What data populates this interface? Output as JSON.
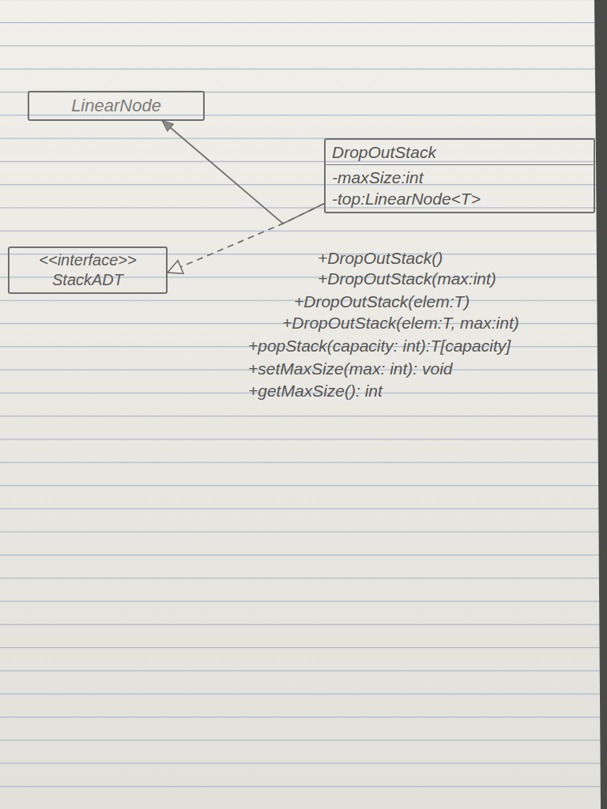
{
  "diagram": {
    "nodes": [
      {
        "text": [
          "LinearNode"
        ]
      },
      {
        "text": [
          "DropOutStack",
          "-maxSize:int",
          "-top:LinearNode<T>",
          "+DropOutStack()",
          "+DropOutStack(max:int)",
          "+DropOutStack(elem:T)",
          "+DropOutStack(elem:T, max:int)",
          "+popStack(capacity: int):T[capacity]",
          "+setMaxSize(max: int): void",
          "+getMaxSize(): int"
        ]
      },
      {
        "text": [
          "<<interface>>",
          "StackADT"
        ]
      }
    ],
    "edges": [
      {
        "from": 1,
        "to": 0,
        "arrow": "to"
      },
      {
        "from": 1,
        "to": 2,
        "arrow": "to"
      }
    ]
  }
}
